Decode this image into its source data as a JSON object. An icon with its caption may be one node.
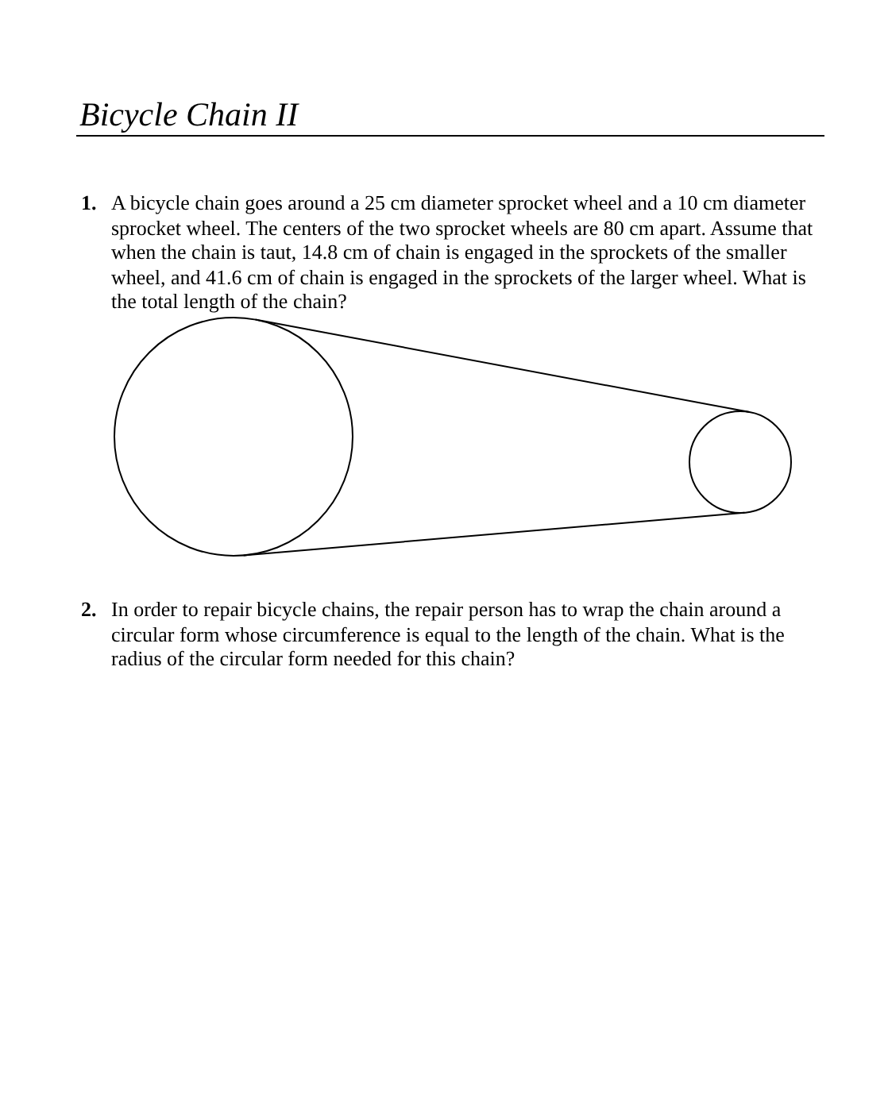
{
  "diagram": {
    "title": "Bicycle Chain II",
    "nodes": [
      {
        "text": [],
        "shape": "circle"
      },
      {
        "text": [],
        "shape": "circle"
      }
    ],
    "edges": [
      {
        "from": 0,
        "to": 1,
        "arrow": "none"
      },
      {
        "from": 0,
        "to": 1,
        "arrow": "none"
      }
    ],
    "labels": [
      "1.",
      "A bicycle chain goes around a 25 cm diameter sprocket wheel and a 10 cm diameter sprocket wheel. The centers of the two sprocket wheels are 80 cm apart. Assume that when the chain is taut, 14.8 cm of chain is engaged in the sprockets of the smaller wheel, and 41.6 cm of chain is engaged in the sprockets of the larger wheel. What is the total length of the chain?",
      "2.",
      "In order to repair bicycle chains, the repair person has to wrap the chain around a circular form whose circumference is equal to the length of the chain. What is the radius of the circular form needed for this chain?"
    ]
  }
}
